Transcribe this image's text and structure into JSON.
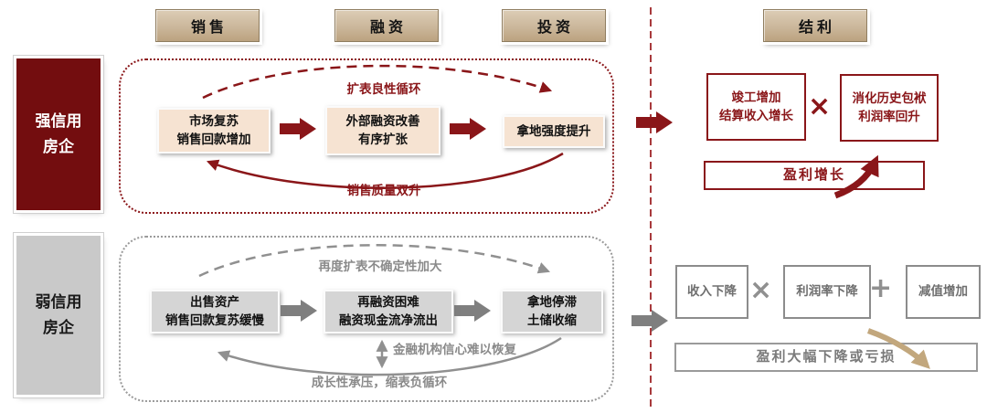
{
  "headers": {
    "sales": "销售",
    "financing": "融资",
    "investment": "投资",
    "settlement": "结利"
  },
  "strong": {
    "side_line1": "强信用",
    "side_line2": "房企",
    "loop_top": "扩表良性循环",
    "loop_bottom": "销售质量双升",
    "boxes": [
      {
        "line1": "市场复苏",
        "line2": "销售回款增加"
      },
      {
        "line1": "外部融资改善",
        "line2": "有序扩张"
      },
      {
        "line1": "拿地强度提升"
      }
    ],
    "result": {
      "factor1_line1": "竣工增加",
      "factor1_line2": "结算收入增长",
      "op1": "×",
      "factor2_line1": "消化历史包袱",
      "factor2_line2": "利润率回升",
      "outcome": "盈利增长"
    }
  },
  "weak": {
    "side_line1": "弱信用",
    "side_line2": "房企",
    "loop_top": "再度扩表不确定性加大",
    "mid_note": "金融机构信心难以恢复",
    "loop_bottom": "成长性承压，缩表负循环",
    "boxes": [
      {
        "line1": "出售资产",
        "line2": "销售回款复苏缓慢"
      },
      {
        "line1": "再融资困难",
        "line2": "融资现金流净流出"
      },
      {
        "line1": "拿地停滞",
        "line2": "土储收缩"
      }
    ],
    "result": {
      "factor1": "收入下降",
      "op1": "×",
      "factor2": "利润率下降",
      "op2": "+",
      "factor3": "减值增加",
      "outcome": "盈利大幅下降或亏损"
    }
  },
  "colors": {
    "dark_red": "#8a1619",
    "maroon_fill": "#730d0f",
    "tan_header": "#cbb79b",
    "pink_box": "#f6e3d2",
    "gray_box": "#d5d5d5",
    "gray_line": "#909090",
    "tan_arrow": "#c2a77d"
  }
}
